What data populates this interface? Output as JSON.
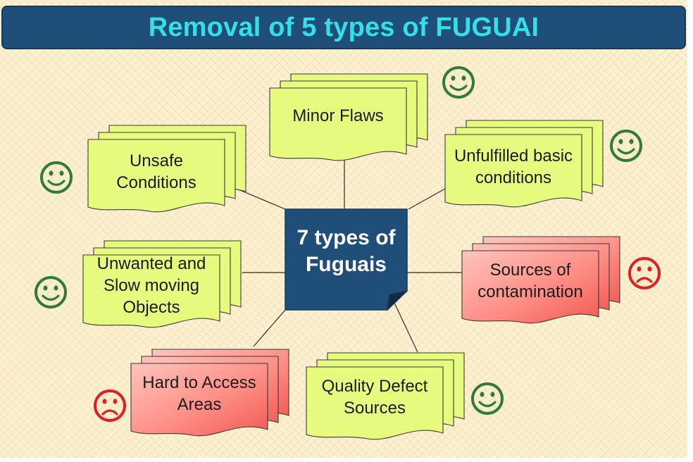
{
  "title": "Removal of 5 types of FUGUAI",
  "center": {
    "line1": "7 types of",
    "line2": "Fuguais"
  },
  "colors": {
    "green_card": "#e6fb7d",
    "red_card": "#ff8a84",
    "center_box": "#1f4e79",
    "title_text": "#33e0e8",
    "smiley_happy": "#2e7d32",
    "smiley_sad": "#e02020"
  },
  "items": [
    {
      "id": "minor-flaws",
      "lines": [
        "Minor Flaws"
      ],
      "status": "happy",
      "icon": "happy-face-icon"
    },
    {
      "id": "unsafe-conditions",
      "lines": [
        "Unsafe",
        "Conditions"
      ],
      "status": "happy",
      "icon": "happy-face-icon"
    },
    {
      "id": "unfulfilled-basic-conditions",
      "lines": [
        "Unfulfilled basic",
        "conditions"
      ],
      "status": "happy",
      "icon": "happy-face-icon"
    },
    {
      "id": "unwanted-slow-moving-objects",
      "lines": [
        "Unwanted and",
        "Slow moving",
        "Objects"
      ],
      "status": "happy",
      "icon": "happy-face-icon"
    },
    {
      "id": "sources-of-contamination",
      "lines": [
        "Sources of",
        "contamination"
      ],
      "status": "sad",
      "icon": "sad-face-icon"
    },
    {
      "id": "hard-to-access-areas",
      "lines": [
        "Hard to Access",
        "Areas"
      ],
      "status": "sad",
      "icon": "sad-face-icon"
    },
    {
      "id": "quality-defect-sources",
      "lines": [
        "Quality Defect",
        "Sources"
      ],
      "status": "happy",
      "icon": "happy-face-icon"
    }
  ]
}
